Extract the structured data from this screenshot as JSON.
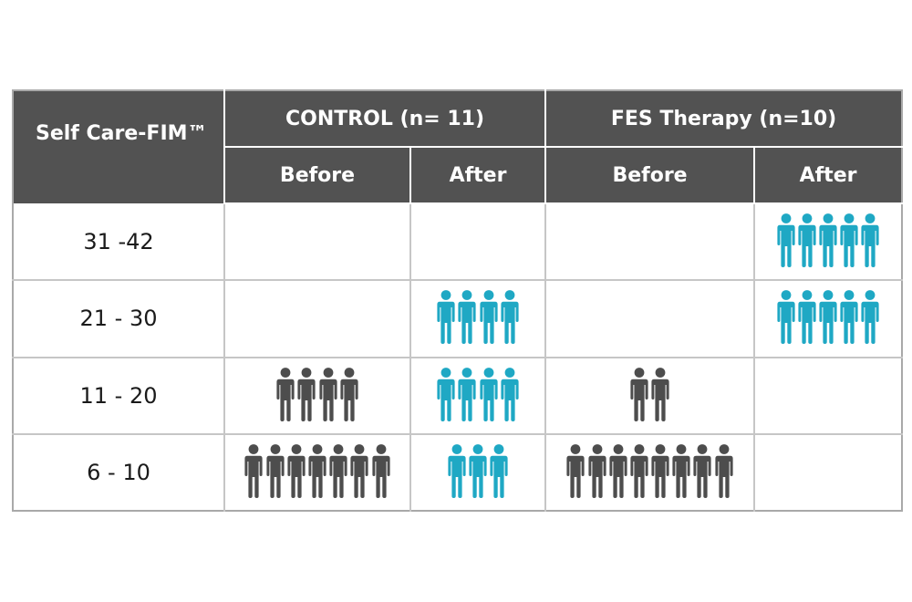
{
  "header": {
    "row_label": "Self Care-FIM™",
    "groups": [
      {
        "label": "CONTROL (n= 11)"
      },
      {
        "label": "FES Therapy (n=10)"
      }
    ],
    "subheaders": [
      "Before",
      "After",
      "Before",
      "After"
    ]
  },
  "colors": {
    "before": "#4d4d4d",
    "after": "#1fa8c4",
    "header_bg": "#525252",
    "header_text": "#ffffff",
    "grid": "#c6c6c6"
  },
  "icons": {
    "unit": "person-icon"
  },
  "chart_data": {
    "type": "table",
    "title": "",
    "row_label": "Self Care-FIM™",
    "rows": [
      "31 -42",
      "21 - 30",
      "11 - 20",
      "6 - 10"
    ],
    "columns": [
      {
        "group": "CONTROL (n= 11)",
        "phase": "Before",
        "color": "#4d4d4d",
        "values": [
          0,
          0,
          4,
          7
        ]
      },
      {
        "group": "CONTROL (n= 11)",
        "phase": "After",
        "color": "#1fa8c4",
        "values": [
          0,
          4,
          4,
          3
        ]
      },
      {
        "group": "FES Therapy (n=10)",
        "phase": "Before",
        "color": "#4d4d4d",
        "values": [
          0,
          0,
          2,
          8
        ]
      },
      {
        "group": "FES Therapy (n=10)",
        "phase": "After",
        "color": "#1fa8c4",
        "values": [
          5,
          5,
          0,
          0
        ]
      }
    ]
  }
}
